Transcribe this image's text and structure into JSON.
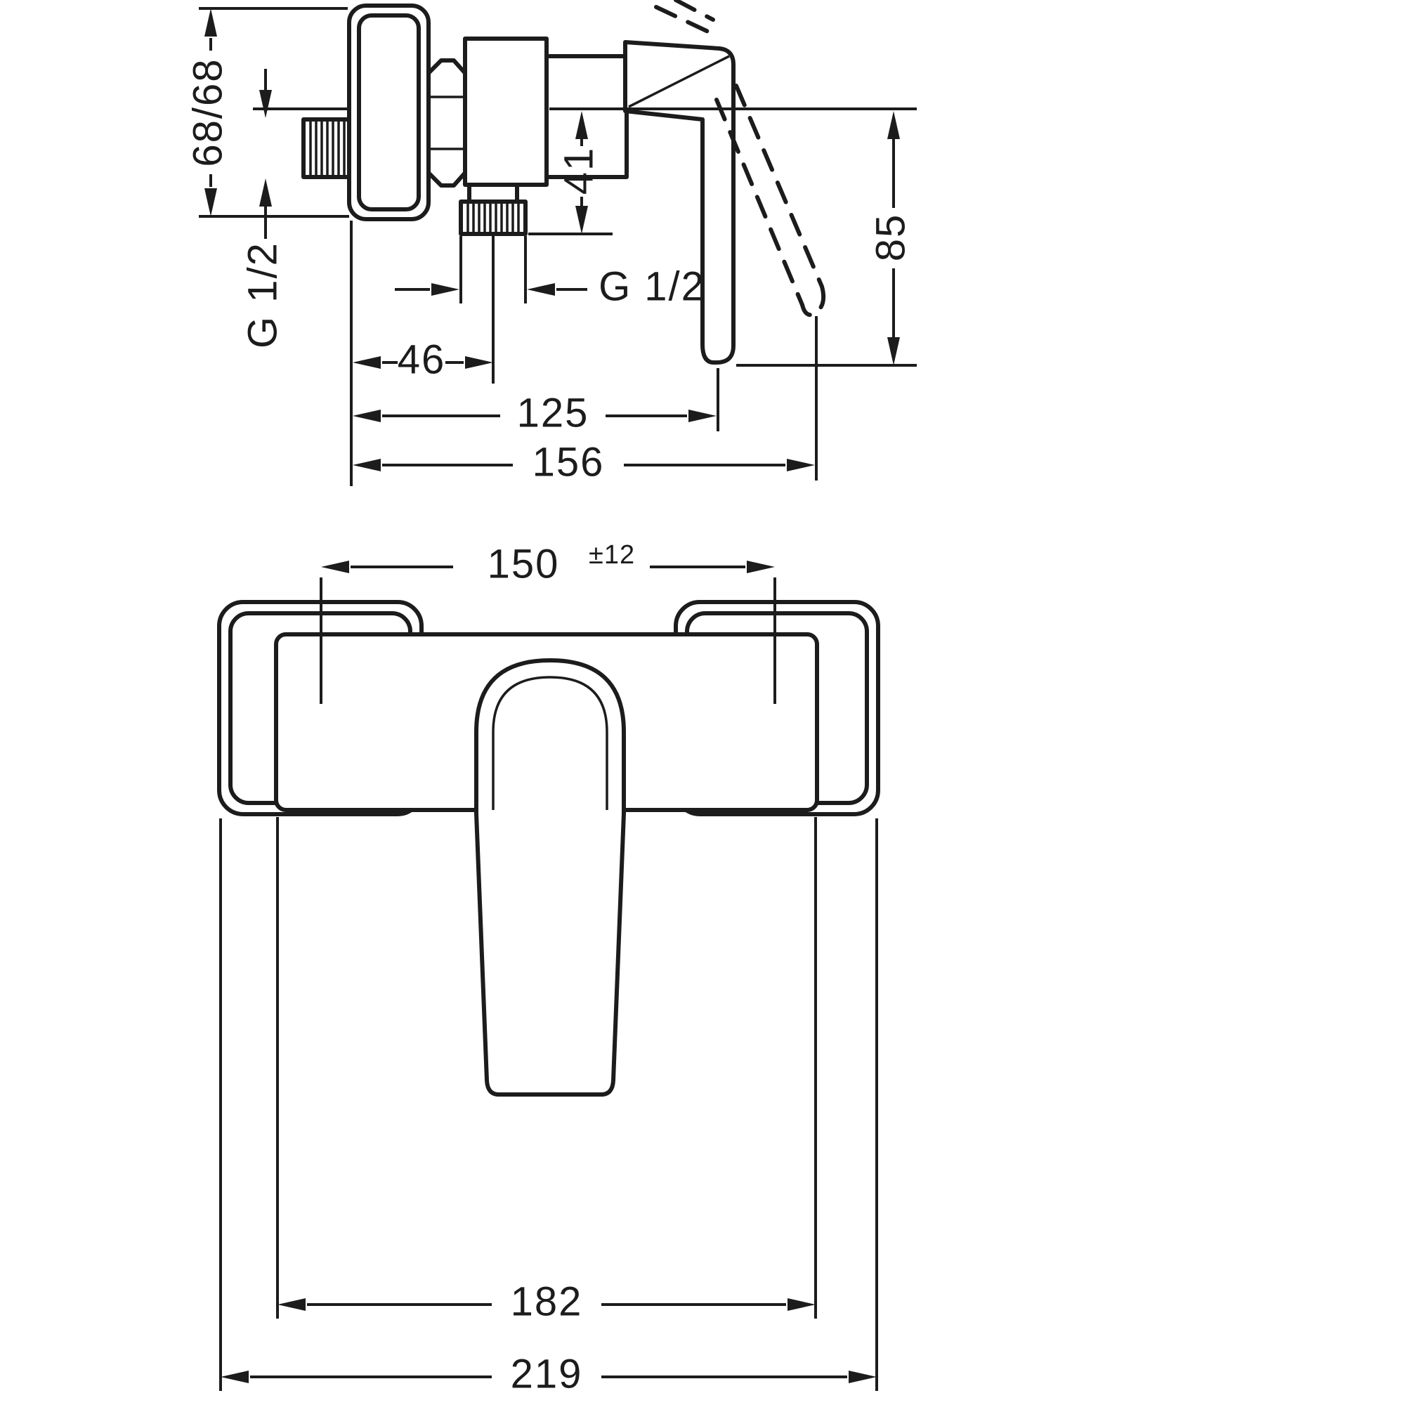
{
  "drawing_type": "technical-dimension-drawing",
  "colors": {
    "line": "#1c1c1c",
    "background": "#ffffff"
  },
  "top_view": {
    "dim_escutcheon": "68/68",
    "thread_left": "G 1/2",
    "dim_outlet_drop": "41",
    "thread_bottom": "G 1/2",
    "dim_wall_to_outlet": "46",
    "dim_depth_closed": "125",
    "dim_depth_open": "156",
    "dim_handle_height": "85"
  },
  "front_view": {
    "dim_connection_spacing": "150",
    "dim_connection_tolerance": "±12",
    "dim_body_width": "182",
    "dim_total_width": "219"
  }
}
